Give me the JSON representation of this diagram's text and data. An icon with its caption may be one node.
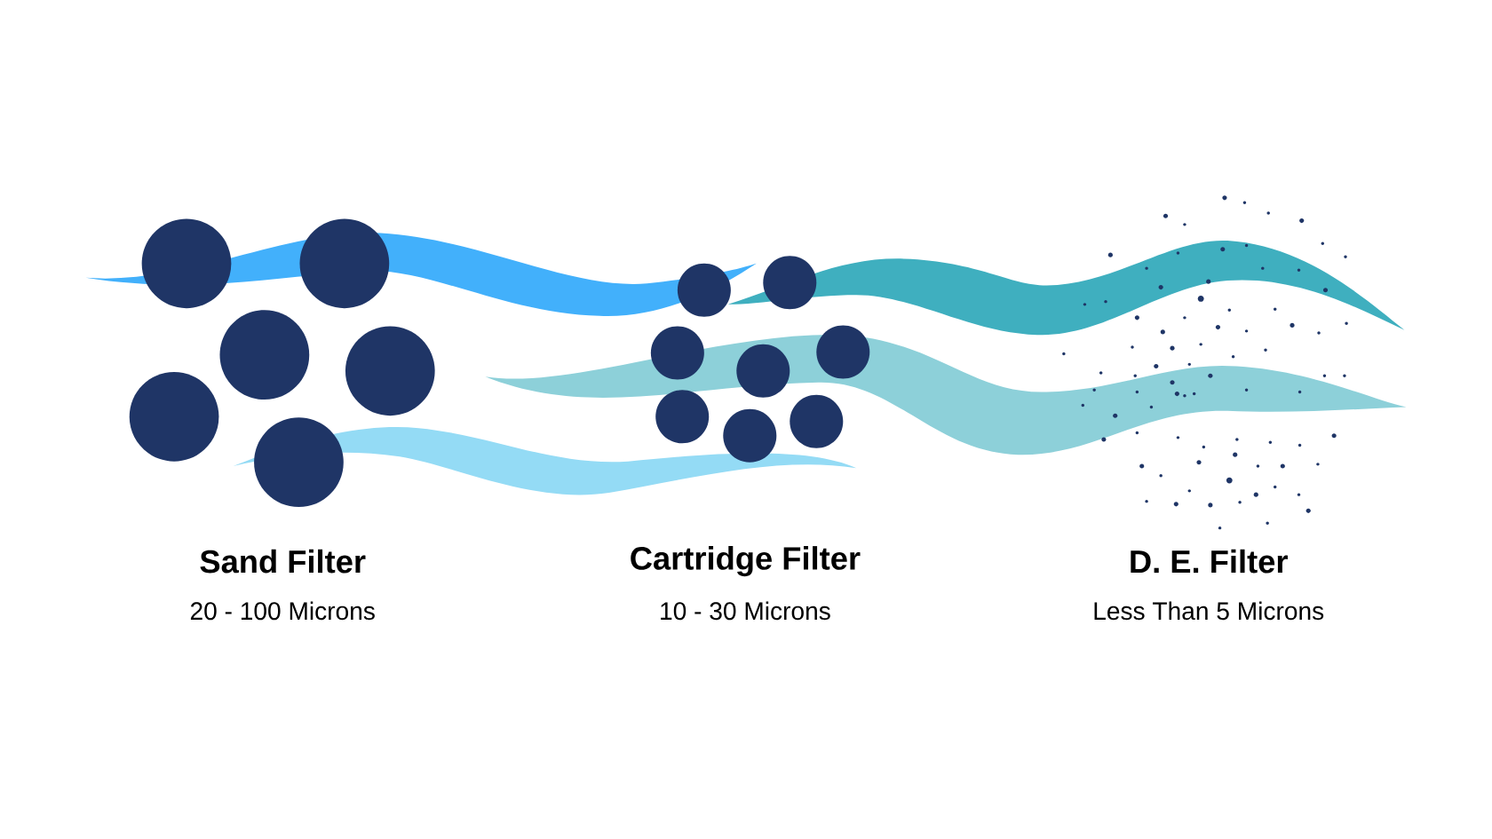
{
  "diagram": {
    "labels": [
      "Sand Filter",
      "Cartridge Filter",
      "D. E. Filter",
      "20 - 100 Microns",
      "10 - 30 Microns",
      "Less Than 5 Microns"
    ]
  }
}
